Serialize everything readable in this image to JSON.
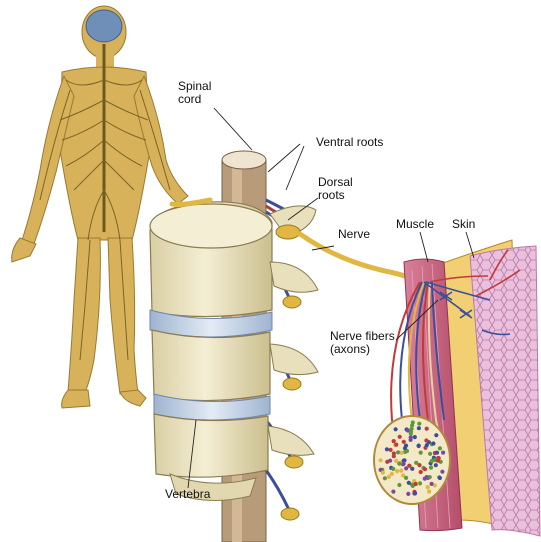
{
  "labels": {
    "spinal_cord": "Spinal cord",
    "ventral_roots": "Ventral roots",
    "dorsal_roots": "Dorsal roots",
    "nerve": "Nerve",
    "muscle": "Muscle",
    "skin": "Skin",
    "nerve_fibers": "Nerve fibers (axons)",
    "vertebra": "Vertebra"
  },
  "colors": {
    "body_skin": "#d8b25a",
    "bone": "#ece4c4",
    "disc": "#c7d4e6",
    "nerve": "#e0b742",
    "muscle": "#c7607a",
    "skin_layer": "#f1cf72",
    "fat_tissue": "#e6b8d6",
    "brain_blue": "#6f8fb8"
  }
}
